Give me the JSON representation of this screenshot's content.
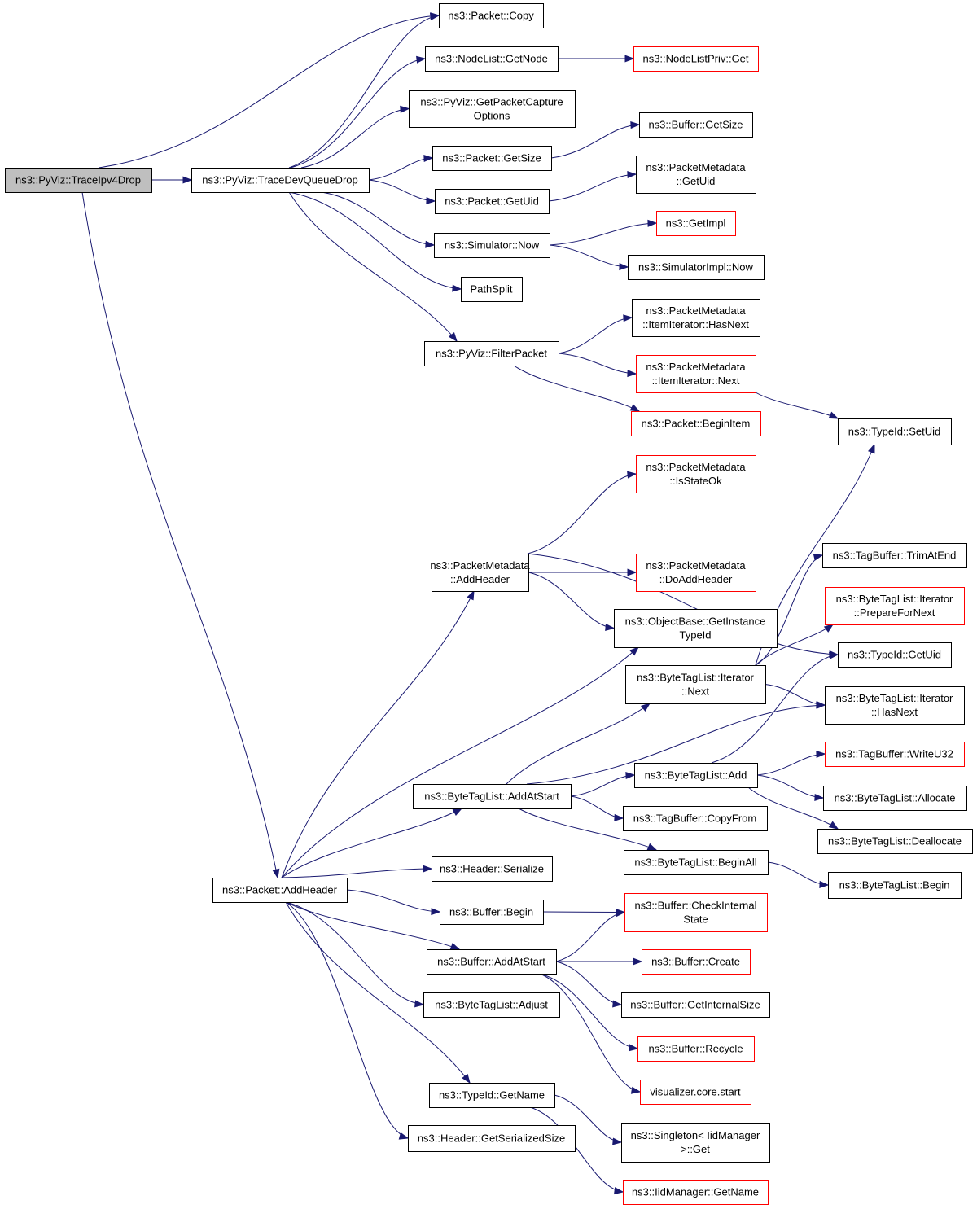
{
  "colors": {
    "edge": "#191970",
    "root_fill": "#bfbfbf",
    "border_default": "#000000",
    "border_truncated": "#ff0000",
    "node_fill": "#ffffff"
  },
  "nodes": [
    {
      "id": "traceipv4drop",
      "lines": [
        "ns3::PyViz::TraceIpv4Drop"
      ],
      "status": "root"
    },
    {
      "id": "tracedevqueuedrop",
      "lines": [
        "ns3::PyViz::TraceDevQueueDrop"
      ],
      "status": "normal"
    },
    {
      "id": "packet-copy",
      "lines": [
        "ns3::Packet::Copy"
      ],
      "status": "normal"
    },
    {
      "id": "nodelist-getnode",
      "lines": [
        "ns3::NodeList::GetNode"
      ],
      "status": "normal"
    },
    {
      "id": "nodelistpriv-get",
      "lines": [
        "ns3::NodeListPriv::Get"
      ],
      "status": "truncated"
    },
    {
      "id": "getpacketcaptureoptions",
      "lines": [
        "ns3::PyViz::GetPacketCapture",
        "Options"
      ],
      "status": "normal"
    },
    {
      "id": "packet-getsize",
      "lines": [
        "ns3::Packet::GetSize"
      ],
      "status": "normal"
    },
    {
      "id": "buffer-getsize",
      "lines": [
        "ns3::Buffer::GetSize"
      ],
      "status": "normal"
    },
    {
      "id": "packet-getuid",
      "lines": [
        "ns3::Packet::GetUid"
      ],
      "status": "normal"
    },
    {
      "id": "packetmetadata-getuid",
      "lines": [
        "ns3::PacketMetadata",
        "::GetUid"
      ],
      "status": "normal"
    },
    {
      "id": "simulator-now",
      "lines": [
        "ns3::Simulator::Now"
      ],
      "status": "normal"
    },
    {
      "id": "getimpl",
      "lines": [
        "ns3::GetImpl"
      ],
      "status": "truncated"
    },
    {
      "id": "simulatorimpl-now",
      "lines": [
        "ns3::SimulatorImpl::Now"
      ],
      "status": "normal"
    },
    {
      "id": "pathsplit",
      "lines": [
        "PathSplit"
      ],
      "status": "normal"
    },
    {
      "id": "filterpacket",
      "lines": [
        "ns3::PyViz::FilterPacket"
      ],
      "status": "normal"
    },
    {
      "id": "itemiterator-hasnext",
      "lines": [
        "ns3::PacketMetadata",
        "::ItemIterator::HasNext"
      ],
      "status": "normal"
    },
    {
      "id": "itemiterator-next",
      "lines": [
        "ns3::PacketMetadata",
        "::ItemIterator::Next"
      ],
      "status": "truncated"
    },
    {
      "id": "packet-beginitem",
      "lines": [
        "ns3::Packet::BeginItem"
      ],
      "status": "truncated"
    },
    {
      "id": "typeid-setuid",
      "lines": [
        "ns3::TypeId::SetUid"
      ],
      "status": "normal"
    },
    {
      "id": "packetmetadata-isstateok",
      "lines": [
        "ns3::PacketMetadata",
        "::IsStateOk"
      ],
      "status": "truncated"
    },
    {
      "id": "packetmetadata-addheader",
      "lines": [
        "ns3::PacketMetadata",
        "::AddHeader"
      ],
      "status": "normal"
    },
    {
      "id": "packetmetadata-doaddheader",
      "lines": [
        "ns3::PacketMetadata",
        "::DoAddHeader"
      ],
      "status": "truncated"
    },
    {
      "id": "objectbase-getinstancetypeid",
      "lines": [
        "ns3::ObjectBase::GetInstance",
        "TypeId"
      ],
      "status": "normal"
    },
    {
      "id": "tagbuffer-trimatend",
      "lines": [
        "ns3::TagBuffer::TrimAtEnd"
      ],
      "status": "normal"
    },
    {
      "id": "bytetaglist-iterator-preparefornext",
      "lines": [
        "ns3::ByteTagList::Iterator",
        "::PrepareForNext"
      ],
      "status": "truncated"
    },
    {
      "id": "typeid-getuid",
      "lines": [
        "ns3::TypeId::GetUid"
      ],
      "status": "normal"
    },
    {
      "id": "bytetaglist-iterator-next",
      "lines": [
        "ns3::ByteTagList::Iterator",
        "::Next"
      ],
      "status": "normal"
    },
    {
      "id": "bytetaglist-iterator-hasnext",
      "lines": [
        "ns3::ByteTagList::Iterator",
        "::HasNext"
      ],
      "status": "normal"
    },
    {
      "id": "tagbuffer-writeu32",
      "lines": [
        "ns3::TagBuffer::WriteU32"
      ],
      "status": "truncated"
    },
    {
      "id": "bytetaglist-add",
      "lines": [
        "ns3::ByteTagList::Add"
      ],
      "status": "normal"
    },
    {
      "id": "bytetaglist-addatstart",
      "lines": [
        "ns3::ByteTagList::AddAtStart"
      ],
      "status": "normal"
    },
    {
      "id": "bytetaglist-allocate",
      "lines": [
        "ns3::ByteTagList::Allocate"
      ],
      "status": "normal"
    },
    {
      "id": "tagbuffer-copyfrom",
      "lines": [
        "ns3::TagBuffer::CopyFrom"
      ],
      "status": "normal"
    },
    {
      "id": "bytetaglist-deallocate",
      "lines": [
        "ns3::ByteTagList::Deallocate"
      ],
      "status": "normal"
    },
    {
      "id": "bytetaglist-beginall",
      "lines": [
        "ns3::ByteTagList::BeginAll"
      ],
      "status": "normal"
    },
    {
      "id": "header-serialize",
      "lines": [
        "ns3::Header::Serialize"
      ],
      "status": "normal"
    },
    {
      "id": "packet-addheader",
      "lines": [
        "ns3::Packet::AddHeader"
      ],
      "status": "normal"
    },
    {
      "id": "bytetaglist-begin",
      "lines": [
        "ns3::ByteTagList::Begin"
      ],
      "status": "normal"
    },
    {
      "id": "buffer-begin",
      "lines": [
        "ns3::Buffer::Begin"
      ],
      "status": "normal"
    },
    {
      "id": "buffer-checkinternalstate",
      "lines": [
        "ns3::Buffer::CheckInternal",
        "State"
      ],
      "status": "truncated"
    },
    {
      "id": "buffer-addatstart",
      "lines": [
        "ns3::Buffer::AddAtStart"
      ],
      "status": "normal"
    },
    {
      "id": "buffer-create",
      "lines": [
        "ns3::Buffer::Create"
      ],
      "status": "truncated"
    },
    {
      "id": "bytetaglist-adjust",
      "lines": [
        "ns3::ByteTagList::Adjust"
      ],
      "status": "normal"
    },
    {
      "id": "buffer-getinternalsize",
      "lines": [
        "ns3::Buffer::GetInternalSize"
      ],
      "status": "normal"
    },
    {
      "id": "buffer-recycle",
      "lines": [
        "ns3::Buffer::Recycle"
      ],
      "status": "truncated"
    },
    {
      "id": "visualizer-core-start",
      "lines": [
        "visualizer.core.start"
      ],
      "status": "truncated"
    },
    {
      "id": "typeid-getname",
      "lines": [
        "ns3::TypeId::GetName"
      ],
      "status": "normal"
    },
    {
      "id": "singleton-iidmanager-get",
      "lines": [
        "ns3::Singleton< IidManager",
        ">::Get"
      ],
      "status": "normal"
    },
    {
      "id": "header-getserializedsize",
      "lines": [
        "ns3::Header::GetSerializedSize"
      ],
      "status": "normal"
    },
    {
      "id": "iidmanager-getname",
      "lines": [
        "ns3::IidManager::GetName"
      ],
      "status": "truncated"
    }
  ],
  "edges": [
    [
      "traceipv4drop",
      "tracedevqueuedrop"
    ],
    [
      "traceipv4drop",
      "packet-copy"
    ],
    [
      "traceipv4drop",
      "packet-addheader"
    ],
    [
      "tracedevqueuedrop",
      "packet-copy"
    ],
    [
      "tracedevqueuedrop",
      "nodelist-getnode"
    ],
    [
      "tracedevqueuedrop",
      "getpacketcaptureoptions"
    ],
    [
      "tracedevqueuedrop",
      "packet-getsize"
    ],
    [
      "tracedevqueuedrop",
      "packet-getuid"
    ],
    [
      "tracedevqueuedrop",
      "simulator-now"
    ],
    [
      "tracedevqueuedrop",
      "pathsplit"
    ],
    [
      "tracedevqueuedrop",
      "filterpacket"
    ],
    [
      "nodelist-getnode",
      "nodelistpriv-get"
    ],
    [
      "packet-getsize",
      "buffer-getsize"
    ],
    [
      "packet-getuid",
      "packetmetadata-getuid"
    ],
    [
      "simulator-now",
      "getimpl"
    ],
    [
      "simulator-now",
      "simulatorimpl-now"
    ],
    [
      "filterpacket",
      "itemiterator-hasnext"
    ],
    [
      "filterpacket",
      "itemiterator-next"
    ],
    [
      "filterpacket",
      "packet-beginitem"
    ],
    [
      "itemiterator-next",
      "typeid-setuid"
    ],
    [
      "packet-addheader",
      "packetmetadata-addheader"
    ],
    [
      "packet-addheader",
      "objectbase-getinstancetypeid"
    ],
    [
      "packet-addheader",
      "bytetaglist-addatstart"
    ],
    [
      "packet-addheader",
      "header-serialize"
    ],
    [
      "packet-addheader",
      "buffer-begin"
    ],
    [
      "packet-addheader",
      "buffer-addatstart"
    ],
    [
      "packet-addheader",
      "bytetaglist-adjust"
    ],
    [
      "packet-addheader",
      "typeid-getname"
    ],
    [
      "packet-addheader",
      "header-getserializedsize"
    ],
    [
      "packetmetadata-addheader",
      "packetmetadata-isstateok"
    ],
    [
      "packetmetadata-addheader",
      "packetmetadata-doaddheader"
    ],
    [
      "packetmetadata-addheader",
      "objectbase-getinstancetypeid"
    ],
    [
      "packetmetadata-addheader",
      "typeid-getuid"
    ],
    [
      "bytetaglist-addatstart",
      "bytetaglist-iterator-next"
    ],
    [
      "bytetaglist-addatstart",
      "bytetaglist-iterator-hasnext"
    ],
    [
      "bytetaglist-addatstart",
      "bytetaglist-add"
    ],
    [
      "bytetaglist-addatstart",
      "tagbuffer-copyfrom"
    ],
    [
      "bytetaglist-addatstart",
      "bytetaglist-beginall"
    ],
    [
      "bytetaglist-iterator-next",
      "typeid-setuid"
    ],
    [
      "bytetaglist-iterator-next",
      "tagbuffer-trimatend"
    ],
    [
      "bytetaglist-iterator-next",
      "bytetaglist-iterator-preparefornext"
    ],
    [
      "bytetaglist-iterator-next",
      "bytetaglist-iterator-hasnext"
    ],
    [
      "bytetaglist-add",
      "typeid-getuid"
    ],
    [
      "bytetaglist-add",
      "tagbuffer-writeu32"
    ],
    [
      "bytetaglist-add",
      "bytetaglist-allocate"
    ],
    [
      "bytetaglist-add",
      "bytetaglist-deallocate"
    ],
    [
      "bytetaglist-beginall",
      "bytetaglist-begin"
    ],
    [
      "buffer-begin",
      "buffer-checkinternalstate"
    ],
    [
      "buffer-addatstart",
      "buffer-checkinternalstate"
    ],
    [
      "buffer-addatstart",
      "buffer-create"
    ],
    [
      "buffer-addatstart",
      "buffer-getinternalsize"
    ],
    [
      "buffer-addatstart",
      "buffer-recycle"
    ],
    [
      "buffer-addatstart",
      "visualizer-core-start"
    ],
    [
      "typeid-getname",
      "singleton-iidmanager-get"
    ],
    [
      "typeid-getname",
      "iidmanager-getname"
    ]
  ]
}
